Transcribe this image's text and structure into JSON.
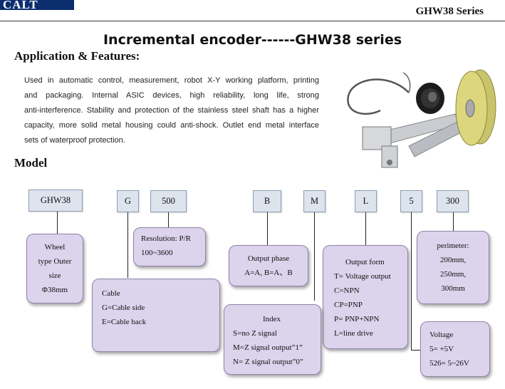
{
  "header": {
    "logo_text": "CALT",
    "series": "GHW38 Series"
  },
  "title": "Incremental encoder------GHW38 series",
  "application": {
    "heading": "Application & Features:",
    "lines": [
      "Used in automatic control, measurement, robot X-Y working platform, printing",
      "and packaging. Internal ASIC devices, high reliability, long life, strong",
      "anti-interference. Stability and protection of the stainless steel shaft has a higher",
      "capacity, more solid metal housing could anti-shock. Outlet end metal interface",
      "sets of waterproof protection."
    ]
  },
  "model": {
    "heading": "Model",
    "codes": {
      "model": "GHW38",
      "cable": "G",
      "resolution": "500",
      "phase": "B",
      "index": "M",
      "output": "L",
      "voltage": "5",
      "perimeter": "300"
    },
    "wheel": [
      "Wheel",
      "type Outer",
      "size",
      "Φ38mm"
    ],
    "resolution": [
      "Resolution: P/R",
      "100~3600"
    ],
    "phase": [
      "Output phase",
      "A=A, B=A、B"
    ],
    "output": [
      "Output form",
      "T= Voltage output",
      "C=NPN",
      "CP=PNP",
      "P= PNP+NPN",
      "L=line drive"
    ],
    "perimeter": [
      "perimeter:",
      "200mm,",
      "250mm,",
      "300mm"
    ],
    "cable": [
      "Cable",
      "G=Cable side",
      "E=Cable back"
    ],
    "index": [
      "Index",
      "S=no Z signal",
      "M=Z signal output”1”",
      "N= Z signal output”0”"
    ],
    "voltage": [
      "Voltage",
      "5= +5V",
      "526= 5~26V"
    ]
  },
  "colors": {
    "code_box": "#dde4ee",
    "desc_box": "#dcd3ec",
    "logo": "#0a2e6e"
  }
}
